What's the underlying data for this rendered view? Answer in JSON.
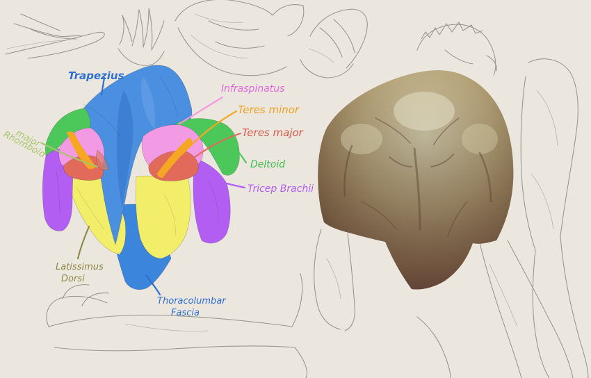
{
  "labels": {
    "trapezius": "Trapezius",
    "infraspinatus": "Infraspinatus",
    "teres_minor": "Teres minor",
    "teres_major": "Teres major",
    "deltoid": "Deltoid",
    "tricep_brachii": "Tricep Brachii",
    "rhomboid_line1": "Rhomboid",
    "rhomboid_line2": "major",
    "latissimus_line1": "Latissimus",
    "latissimus_line2": "Dorsi",
    "thoracolumbar_line1": "Thoracolumbar",
    "thoracolumbar_line2": "Fascia"
  },
  "colors": {
    "trapezius": "#4a8fe0",
    "infraspinatus": "#f29ae4",
    "teres_minor": "#f5a623",
    "teres_major": "#e26a5a",
    "deltoid": "#4cc85a",
    "tricep_brachii": "#b25ef2",
    "rhomboid": "#e07a6a",
    "latissimus": "#f2ee6a",
    "fascia": "#3b86dc",
    "rhomboid_label": "#a8c46a",
    "latissimus_label": "#8d8a4a",
    "fascia_label": "#2f6fd0"
  }
}
